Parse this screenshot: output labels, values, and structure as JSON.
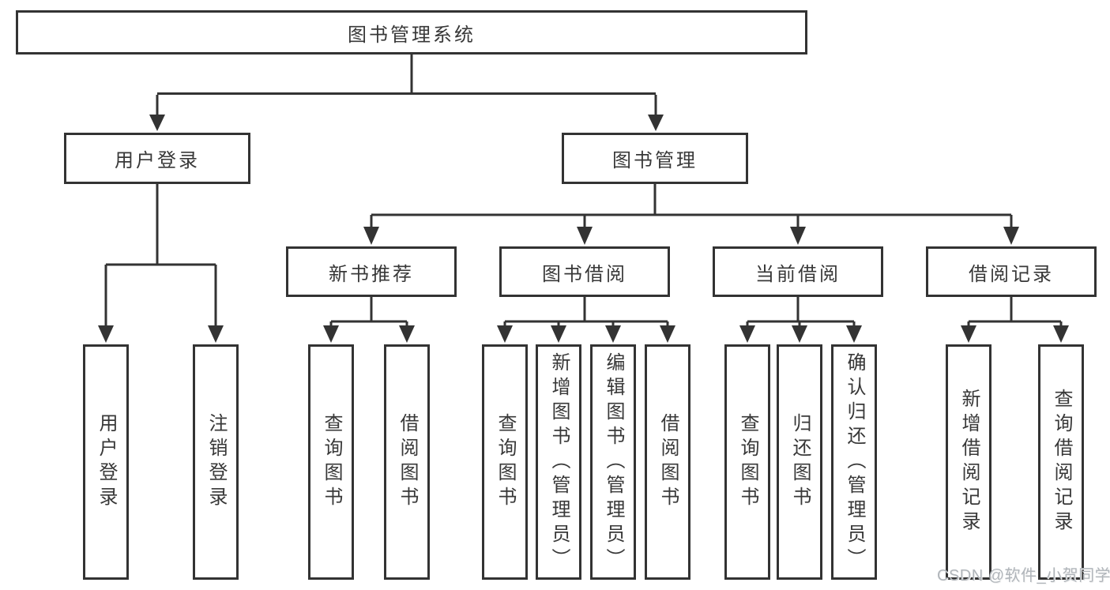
{
  "diagram": {
    "title": "图书管理系统",
    "branches": [
      {
        "label": "用户登录",
        "leaves": [
          "用户登录",
          "注销登录"
        ]
      },
      {
        "label": "图书管理",
        "sections": [
          {
            "label": "新书推荐",
            "leaves": [
              "查询图书",
              "借阅图书"
            ]
          },
          {
            "label": "图书借阅",
            "leaves": [
              "查询图书",
              "新增图书（管理员）",
              "编辑图书（管理员）",
              "借阅图书"
            ]
          },
          {
            "label": "当前借阅",
            "leaves": [
              "查询图书",
              "归还图书",
              "确认归还（管理员）"
            ]
          },
          {
            "label": "借阅记录",
            "leaves": [
              "新增借阅记录",
              "查询借阅记录"
            ]
          }
        ]
      }
    ]
  },
  "watermark": "CSDN @软件_小贺同学",
  "colors": {
    "line": "#333333",
    "text": "#383838",
    "watermark": "#b0b5ba",
    "background": "#ffffff"
  }
}
